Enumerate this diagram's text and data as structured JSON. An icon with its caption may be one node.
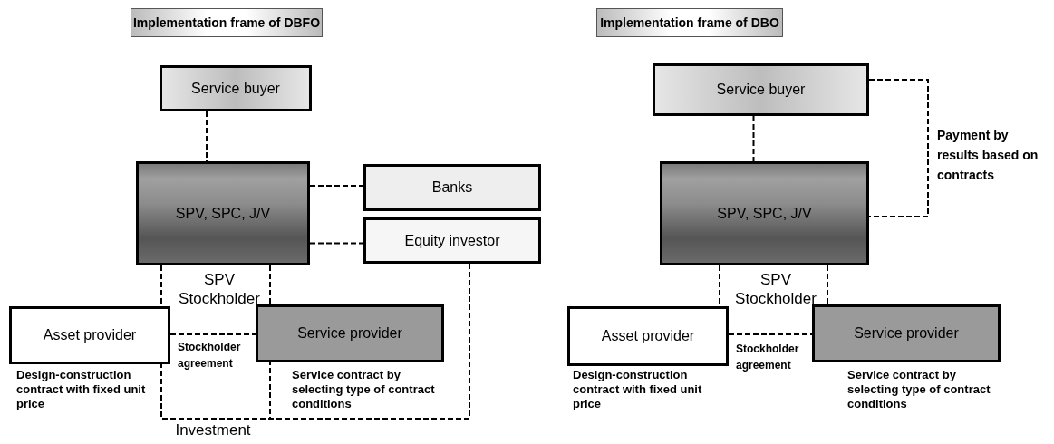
{
  "diagram": {
    "nodes": [
      {
        "text": [
          "Implementation frame of DBFO"
        ]
      },
      {
        "text": [
          "Service buyer"
        ]
      },
      {
        "text": [
          "SPV, SPC, J/V"
        ]
      },
      {
        "text": [
          "Banks"
        ]
      },
      {
        "text": [
          "Equity investor"
        ]
      },
      {
        "text": [
          "Asset provider"
        ],
        "beside": [
          "Design-construction contract with fixed unit price"
        ]
      },
      {
        "text": [
          "Service provider"
        ],
        "beside": [
          "Service contract by selecting type of contract conditions"
        ]
      },
      {
        "text": [
          "Implementation frame of DBO"
        ]
      },
      {
        "text": [
          "Service buyer"
        ]
      },
      {
        "text": [
          "SPV, SPC, J/V"
        ]
      },
      {
        "text": [
          "Asset provider"
        ],
        "beside": [
          "Design-construction contract with fixed unit price"
        ]
      },
      {
        "text": [
          "Service provider"
        ],
        "beside": [
          "Service contract by selecting type of contract conditions"
        ]
      }
    ],
    "edges": [
      {
        "from": 1,
        "to": 2,
        "arrow": "none"
      },
      {
        "from": 2,
        "to": 3,
        "arrow": "none"
      },
      {
        "from": 2,
        "to": 4,
        "arrow": "none"
      },
      {
        "from": 2,
        "to": 5,
        "arrow": "none"
      },
      {
        "from": 2,
        "to": 6,
        "arrow": "none"
      },
      {
        "from": 5,
        "to": 6,
        "arrow": "none",
        "label": "Stockholder agreement"
      },
      {
        "from": 4,
        "to": 5,
        "arrow": "none"
      },
      {
        "from": 4,
        "to": 6,
        "arrow": "none"
      },
      {
        "from": 8,
        "to": 9,
        "arrow": "none"
      },
      {
        "from": 8,
        "to": 9,
        "arrow": "none",
        "label": "Payment by results based on contracts"
      },
      {
        "from": 9,
        "to": 10,
        "arrow": "none"
      },
      {
        "from": 9,
        "to": 11,
        "arrow": "none"
      },
      {
        "from": 10,
        "to": 11,
        "arrow": "none",
        "label": "Stockholder agreement"
      }
    ],
    "labels": [
      "SPV Stockholder",
      "SPV Stockholder",
      "Investment"
    ]
  }
}
